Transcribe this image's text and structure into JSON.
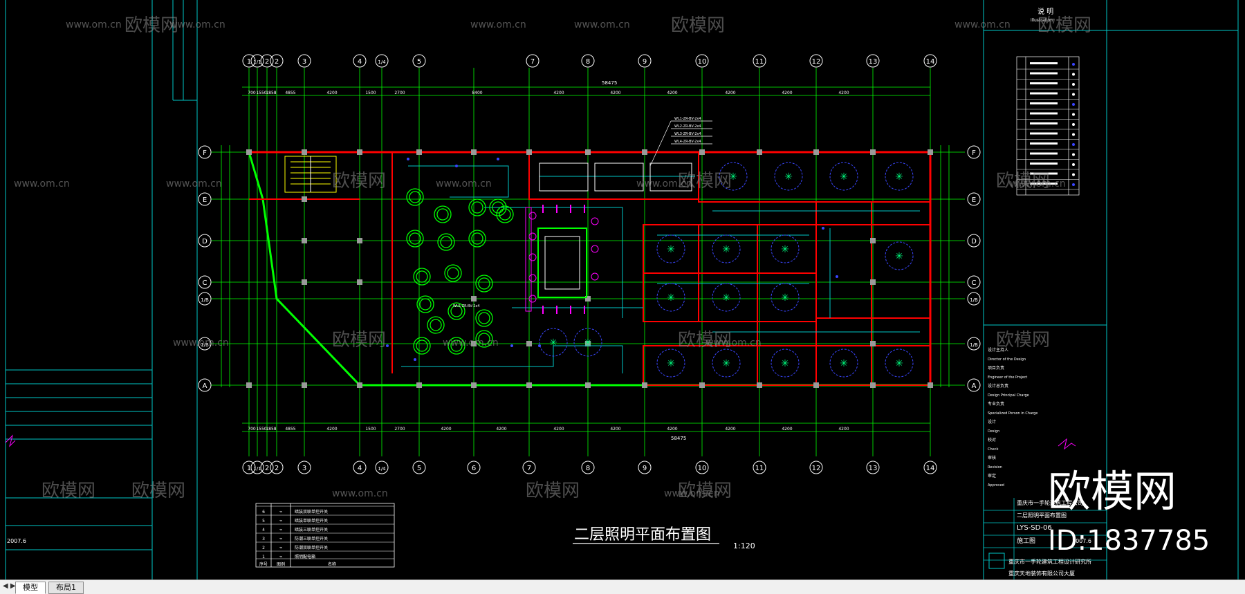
{
  "colors": {
    "background": "#000000",
    "grid": "#00ff00",
    "wall": "#ff0000",
    "cyan": "#00c8c8",
    "white": "#ffffff",
    "magenta": "#ff00ff",
    "yellow": "#ffff00",
    "blue": "#3a46ff"
  },
  "top_axis_labels": [
    "1",
    "1/1",
    "2",
    "2",
    "3",
    "4",
    "1/4",
    "5",
    "7",
    "8",
    "9",
    "10",
    "11",
    "12",
    "13",
    "14"
  ],
  "bottom_axis_labels": [
    "1",
    "1/1",
    "2",
    "2",
    "3",
    "4",
    "1/4",
    "5",
    "6",
    "7",
    "8",
    "9",
    "10",
    "11",
    "12",
    "13",
    "14"
  ],
  "row_labels_left": [
    "F",
    "E",
    "D",
    "C",
    "1/B",
    "1/B",
    "A"
  ],
  "row_labels_right": [
    "F",
    "E",
    "D",
    "C",
    "1/B",
    "1/B",
    "A"
  ],
  "total_dimension": "58475",
  "top_dims": [
    "700",
    "1550",
    "1858",
    "4855",
    "4200",
    "1500",
    "2700",
    "8400",
    "4200",
    "4200",
    "4200",
    "4200",
    "4200",
    "4200"
  ],
  "bottom_dims": [
    "700",
    "1550",
    "1858",
    "4855",
    "4200",
    "1500",
    "2700",
    "4200",
    "4200",
    "4200",
    "4200",
    "4200",
    "4200",
    "4200",
    "4200"
  ],
  "circuit_labels": [
    "WL1-ZR-BV-2x4",
    "WL2-ZR-BV-2x4",
    "WL3-ZR-BV-2x4",
    "WL4-ZR-BV-2x4",
    "WL5-ZR-BV-2x4"
  ],
  "plan_title": "二层照明平面布置图",
  "plan_scale": "1:120",
  "legend_headers": [
    "序号",
    "图例",
    "名称"
  ],
  "legend_rows": [
    {
      "no": "6",
      "name": "暗装双联单控开关"
    },
    {
      "no": "5",
      "name": "暗装单联单控开关"
    },
    {
      "no": "4",
      "name": "暗装三联单控开关"
    },
    {
      "no": "3",
      "name": "防潮三联单控开关"
    },
    {
      "no": "2",
      "name": "防潮双联单控开关"
    },
    {
      "no": "1",
      "name": "照明配电箱"
    }
  ],
  "notes_panel": {
    "title": "说 明",
    "subtitle": "illustration"
  },
  "title_block": {
    "rows": [
      "设计主持人",
      "Director of the Design",
      "项目负责",
      "Engineer of the Project",
      "设计总负责",
      "Design Principal Charge",
      "专业负责",
      "Specialized Person in Charge",
      "设计",
      "Design",
      "校对",
      "Check",
      "审核",
      "Revision",
      "审定",
      "Approved"
    ],
    "company": "重庆市一手轮建筑工程公司",
    "drawing_name": "二层照明平面布置图",
    "drawing_no": "LYS-SD-06",
    "stage": "施工图",
    "date": "2007.6",
    "institute": "重庆市一手轮建筑工程设计研究所",
    "project": "重庆天地装饰有限公司大厦"
  },
  "watermark": {
    "brand": "欧模网",
    "url": "www.om.cn",
    "id": "ID:1837785"
  },
  "left_panel_date": "2007.6",
  "tabs": [
    "模型",
    "布局1"
  ]
}
